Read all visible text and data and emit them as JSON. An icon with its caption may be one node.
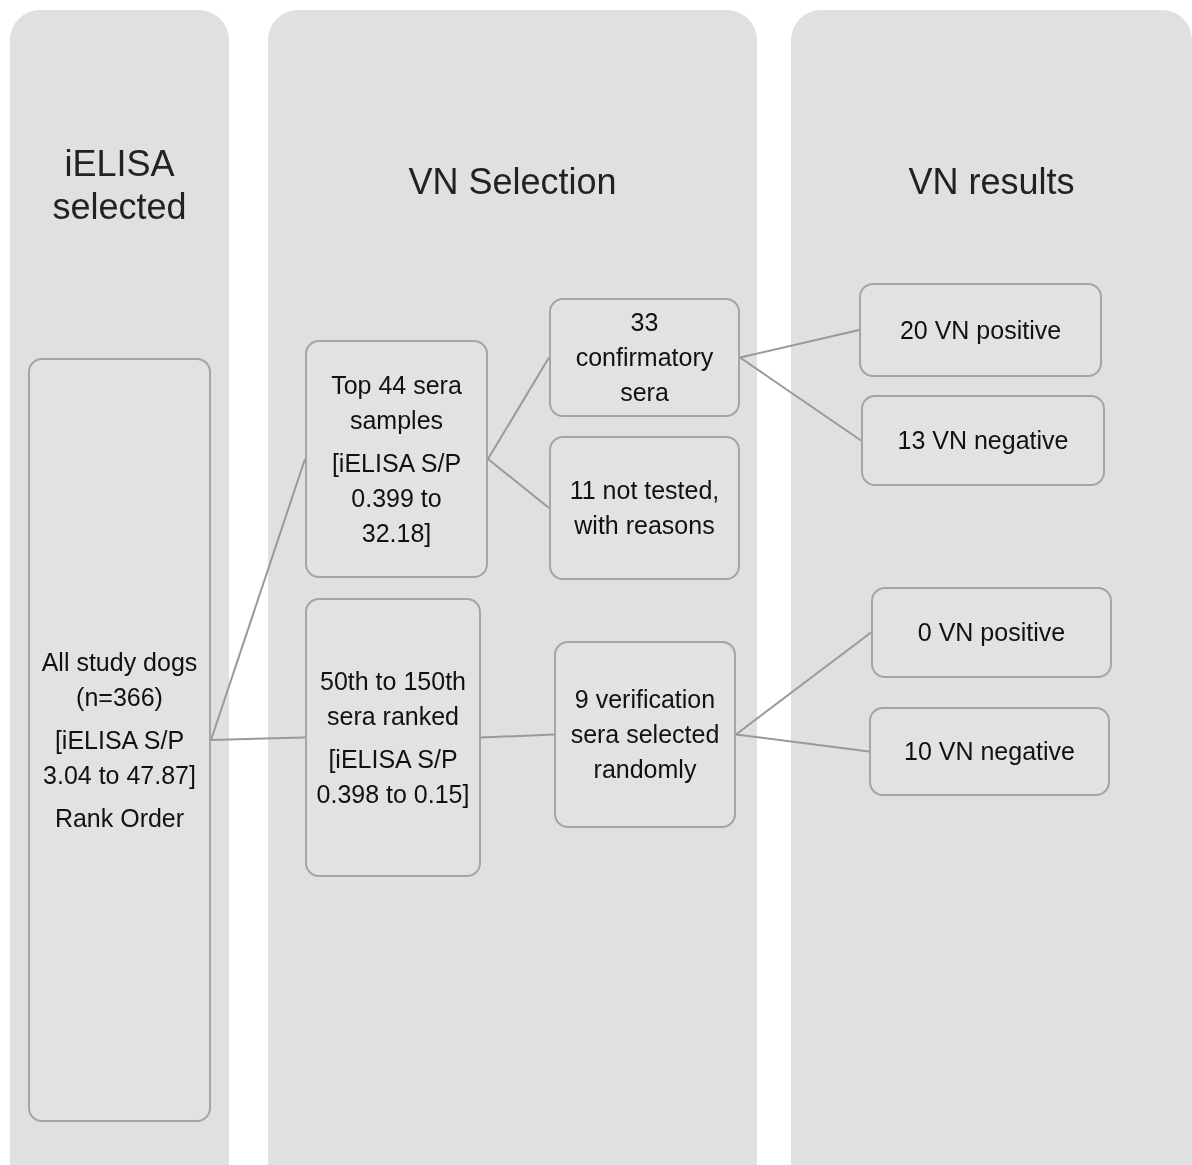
{
  "diagram": {
    "nodes": [
      {
        "text": [
          "iELISA selected"
        ]
      },
      {
        "text": [
          "VN Selection"
        ]
      },
      {
        "text": [
          "VN results"
        ]
      },
      {
        "text": [
          "All study dogs (n=366)",
          "[iELISA S/P 3.04 to 47.87]",
          "Rank Order"
        ],
        "in": 0
      },
      {
        "text": [
          "Top 44 sera samples",
          "[iELISA S/P 0.399 to 32.18]"
        ],
        "in": 1
      },
      {
        "text": [
          "50th to 150th sera ranked",
          "[iELISA S/P 0.398 to 0.15]"
        ],
        "in": 1
      },
      {
        "text": [
          "33 confirmatory sera"
        ],
        "in": 1
      },
      {
        "text": [
          "11 not tested, with reasons"
        ],
        "in": 1
      },
      {
        "text": [
          "9 verification sera selected randomly"
        ],
        "in": 1
      },
      {
        "text": [
          "20 VN positive"
        ],
        "in": 2
      },
      {
        "text": [
          "13 VN negative"
        ],
        "in": 2
      },
      {
        "text": [
          "0 VN positive"
        ],
        "in": 2
      },
      {
        "text": [
          "10 VN negative"
        ],
        "in": 2
      }
    ],
    "edges": [
      {
        "from": 3,
        "to": 4,
        "arrow": "none"
      },
      {
        "from": 3,
        "to": 5,
        "arrow": "none"
      },
      {
        "from": 4,
        "to": 6,
        "arrow": "none"
      },
      {
        "from": 4,
        "to": 7,
        "arrow": "none"
      },
      {
        "from": 5,
        "to": 8,
        "arrow": "none"
      },
      {
        "from": 6,
        "to": 9,
        "arrow": "none"
      },
      {
        "from": 6,
        "to": 10,
        "arrow": "none"
      },
      {
        "from": 8,
        "to": 11,
        "arrow": "none"
      },
      {
        "from": 8,
        "to": 12,
        "arrow": "none"
      }
    ]
  }
}
